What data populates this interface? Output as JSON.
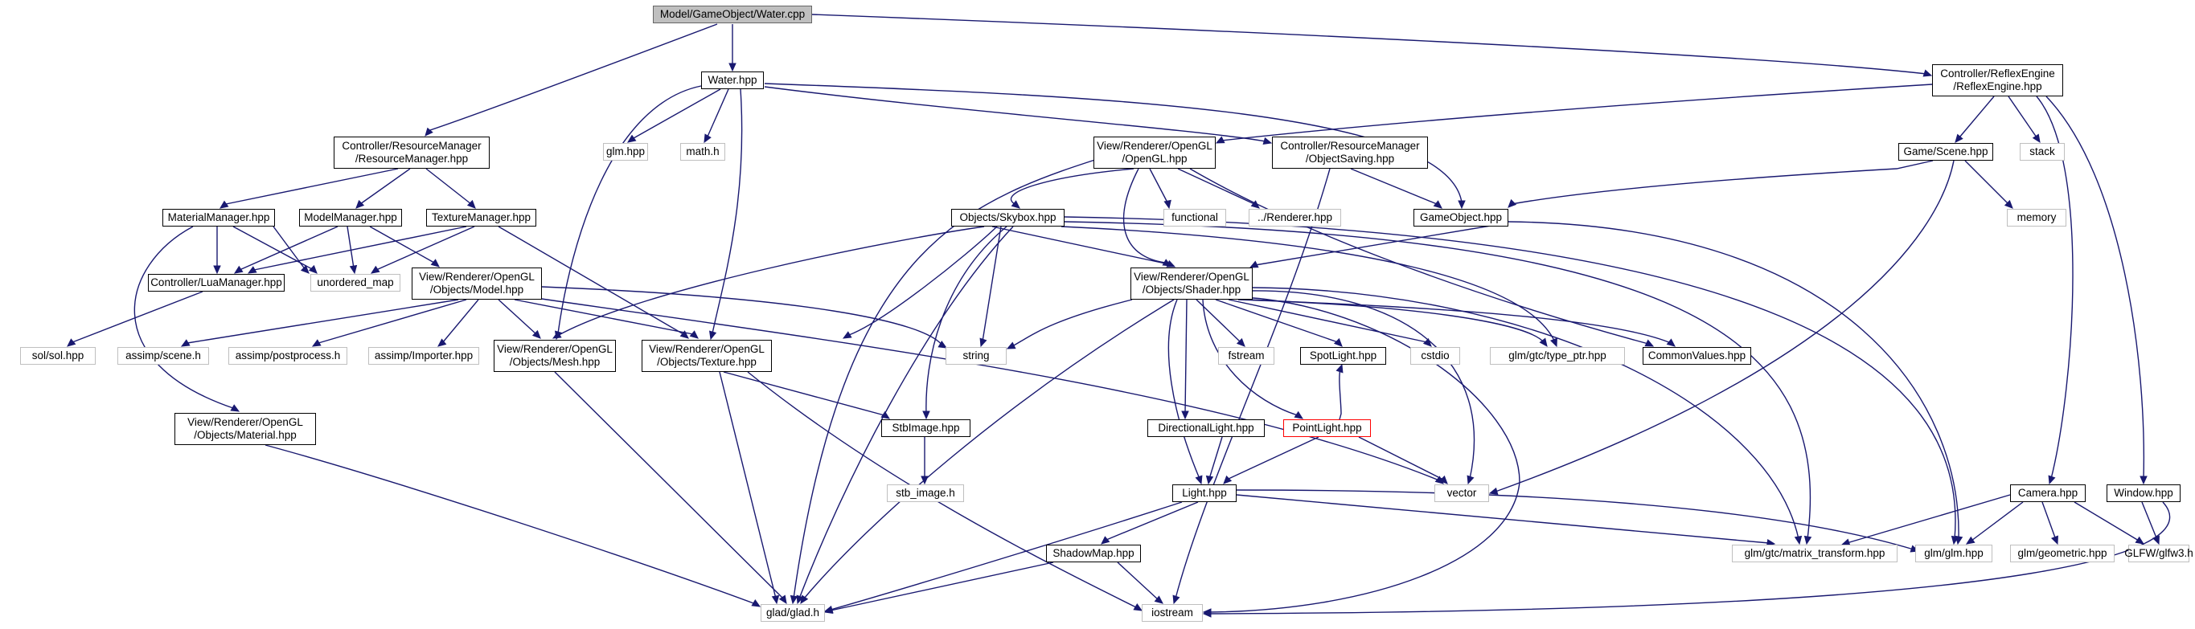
{
  "graph": {
    "edge_color": "#191970",
    "root_fill": "#bfbfbf",
    "external_border": "#bfbfbf",
    "highlight_border": "#ff0000",
    "nodes": {
      "water_cpp": "Model/GameObject/Water.cpp",
      "water_hpp": "Water.hpp",
      "reflex_engine": "Controller/ReflexEngine\n/ReflexEngine.hpp",
      "resource_manager": "Controller/ResourceManager\n/ResourceManager.hpp",
      "glm_hpp": "glm.hpp",
      "math_h": "math.h",
      "opengl_hpp": "View/Renderer/OpenGL\n/OpenGL.hpp",
      "object_saving": "Controller/ResourceManager\n/ObjectSaving.hpp",
      "scene_hpp": "Game/Scene.hpp",
      "stack": "stack",
      "material_manager": "MaterialManager.hpp",
      "model_manager": "ModelManager.hpp",
      "texture_manager": "TextureManager.hpp",
      "skybox_hpp": "Objects/Skybox.hpp",
      "functional": "functional",
      "renderer_hpp": "../Renderer.hpp",
      "gameobject_hpp": "GameObject.hpp",
      "memory": "memory",
      "lua_manager": "Controller/LuaManager.hpp",
      "unordered_map": "unordered_map",
      "model_hpp": "View/Renderer/OpenGL\n/Objects/Model.hpp",
      "shader_hpp": "View/Renderer/OpenGL\n/Objects/Shader.hpp",
      "sol_hpp": "sol/sol.hpp",
      "assimp_scene": "assimp/scene.h",
      "assimp_postprocess": "assimp/postprocess.h",
      "assimp_importer": "assimp/Importer.hpp",
      "mesh_hpp": "View/Renderer/OpenGL\n/Objects/Mesh.hpp",
      "texture_hpp": "View/Renderer/OpenGL\n/Objects/Texture.hpp",
      "string": "string",
      "fstream": "fstream",
      "spotlight_hpp": "SpotLight.hpp",
      "cstdio": "cstdio",
      "type_ptr": "glm/gtc/type_ptr.hpp",
      "common_values": "CommonValues.hpp",
      "material_hpp": "View/Renderer/OpenGL\n/Objects/Material.hpp",
      "stbimage_hpp": "StbImage.hpp",
      "directional_light": "DirectionalLight.hpp",
      "pointlight_hpp": "PointLight.hpp",
      "stb_image_h": "stb_image.h",
      "vector": "vector",
      "camera_hpp": "Camera.hpp",
      "window_hpp": "Window.hpp",
      "light_hpp": "Light.hpp",
      "shadowmap_hpp": "ShadowMap.hpp",
      "matrix_transform": "glm/gtc/matrix_transform.hpp",
      "glm_glm": "glm/glm.hpp",
      "glm_geometric": "glm/geometric.hpp",
      "glfw3": "GLFW/glfw3.h",
      "glad_h": "glad/glad.h",
      "iostream": "iostream"
    }
  }
}
